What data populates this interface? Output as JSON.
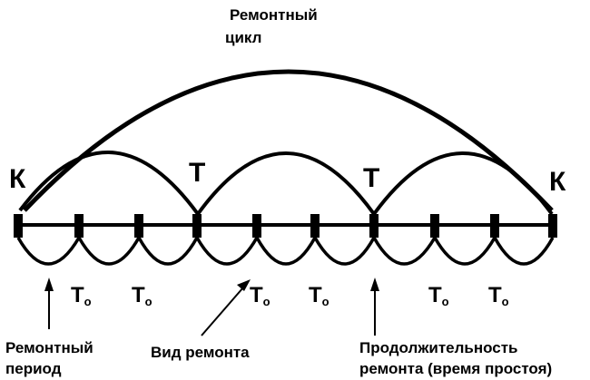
{
  "cycle_label": [
    "Ремонтный",
    "цикл"
  ],
  "capital_repair": "К",
  "current_repair": "Т",
  "maintenance_main": "Т",
  "maintenance_sub": "о",
  "labels": {
    "repair_period": [
      "Ремонтный",
      "период"
    ],
    "repair_type": "Вид ремонта",
    "repair_duration": [
      "Продолжительность",
      "ремонта (время простоя)"
    ]
  },
  "colors": {
    "ink": "#000000",
    "background": "#ffffff"
  }
}
